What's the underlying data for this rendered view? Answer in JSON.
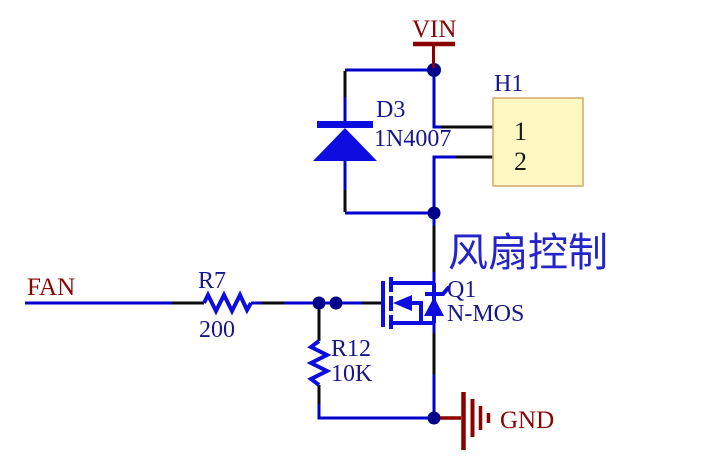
{
  "colors": {
    "background": "#ffffff",
    "wire": "#0000cc",
    "component": "#0d0de0",
    "junction": "#00008b",
    "pin": "#0a0a0a",
    "label": "#16168f",
    "power": "#8b0000",
    "annotation": "#2424c8",
    "connector_fill": "#fdf8c2",
    "connector_border": "#d2a96b",
    "pin_number": "#1a1a1a"
  },
  "schematic": {
    "annotation": "风扇控制",
    "nets": {
      "vin": "VIN",
      "fan": "FAN",
      "gnd": "GND"
    },
    "components": {
      "d3": {
        "ref": "D3",
        "value": "1N4007",
        "kind": "diode"
      },
      "h1": {
        "ref": "H1",
        "kind": "2-pin header",
        "pin1": "1",
        "pin2": "2"
      },
      "r7": {
        "ref": "R7",
        "value": "200",
        "kind": "resistor"
      },
      "r12": {
        "ref": "R12",
        "value": "10K",
        "kind": "resistor"
      },
      "q1": {
        "ref": "Q1",
        "value": "N-MOS",
        "kind": "n-channel mosfet"
      }
    }
  }
}
